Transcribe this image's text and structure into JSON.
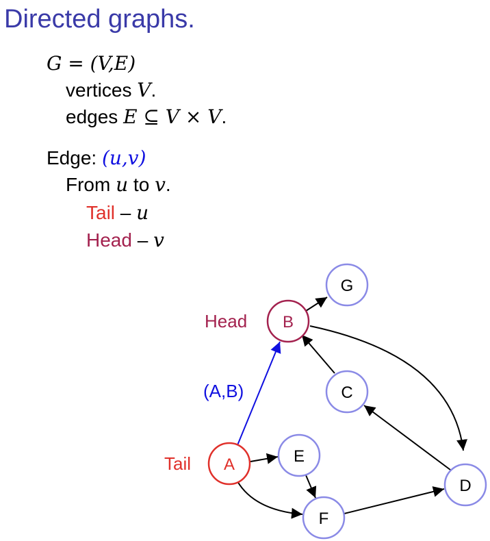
{
  "title": "Directed graphs.",
  "definition": {
    "graph": "G = (V,E)",
    "vertices_text": "vertices ",
    "vertices_sym": "V",
    "vertices_end": ".",
    "edges_text": "edges ",
    "edges_sym": "E ⊆ V × V",
    "edges_end": "."
  },
  "edge": {
    "label": "Edge: ",
    "pair": "(u,v)",
    "from_text_1": "From ",
    "from_u": "u",
    "from_text_2": " to ",
    "from_v": "v",
    "from_end": ".",
    "tail_word": "Tail",
    "tail_dash": " – ",
    "tail_sym": "u",
    "head_word": "Head",
    "head_dash": " – ",
    "head_sym": "v"
  },
  "diagram": {
    "nodes": [
      "A",
      "B",
      "C",
      "D",
      "E",
      "F",
      "G"
    ],
    "tail_label": "Tail",
    "head_label": "Head",
    "edge_label": "(A,B)",
    "colors": {
      "tail": "#e0302a",
      "head": "#a3214e",
      "highlight_edge": "#1010e0",
      "node_outline": "#8a8ae6",
      "title": "#3a3aa8"
    }
  }
}
